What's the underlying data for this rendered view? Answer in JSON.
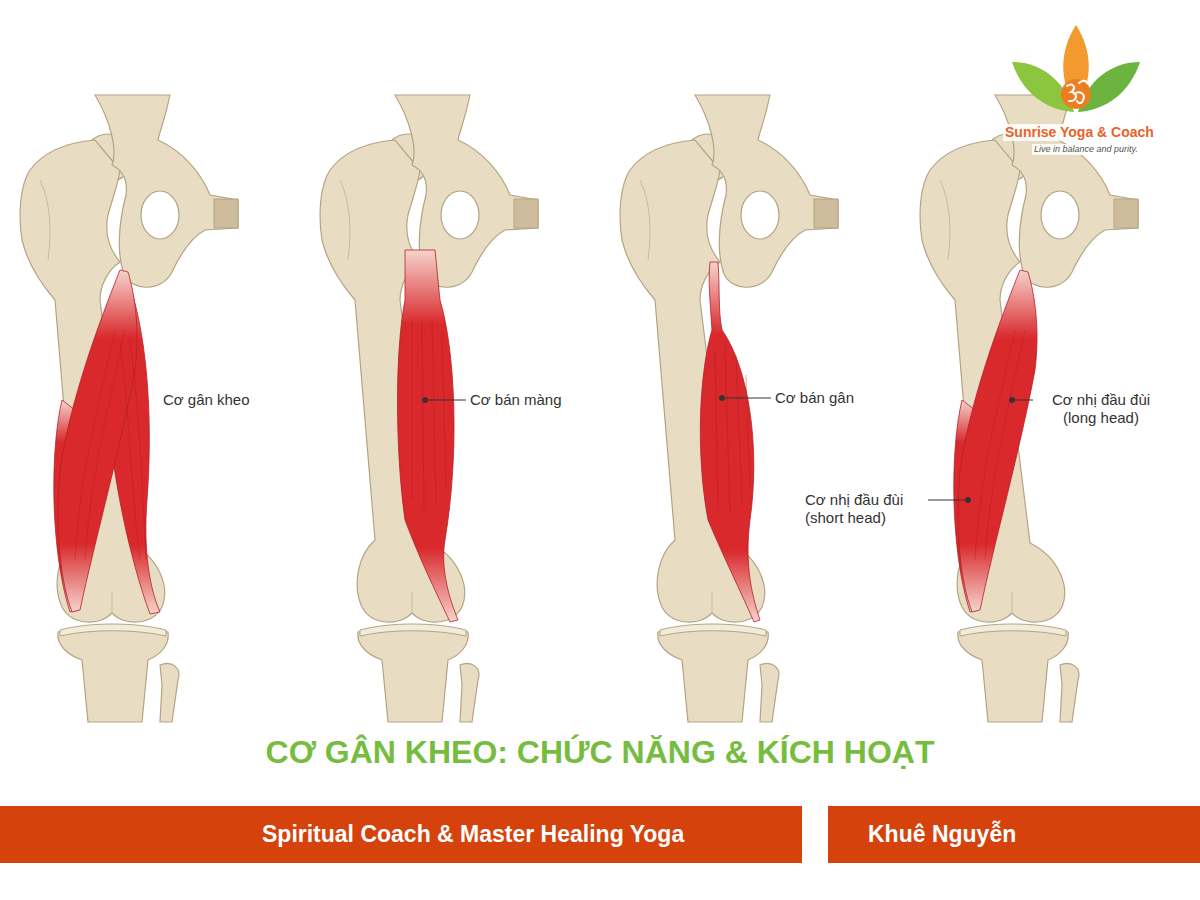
{
  "diagram": {
    "title": "CƠ GÂN KHEO: CHỨC NĂNG & KÍCH HOẠT",
    "nodes": [
      {
        "text": [
          "Spiritual Coach & Master Healing Yoga"
        ]
      },
      {
        "text": [
          "Khuê Nguyễn"
        ]
      }
    ],
    "labels": [
      "Cơ gân kheo",
      "Cơ bán màng",
      "Cơ bán gân",
      "Cơ nhị đầu đùi (long head)",
      "Cơ nhị đầu đùi (short head)",
      "Sunrise Yoga & Coach",
      "Live in balance and purity."
    ]
  }
}
